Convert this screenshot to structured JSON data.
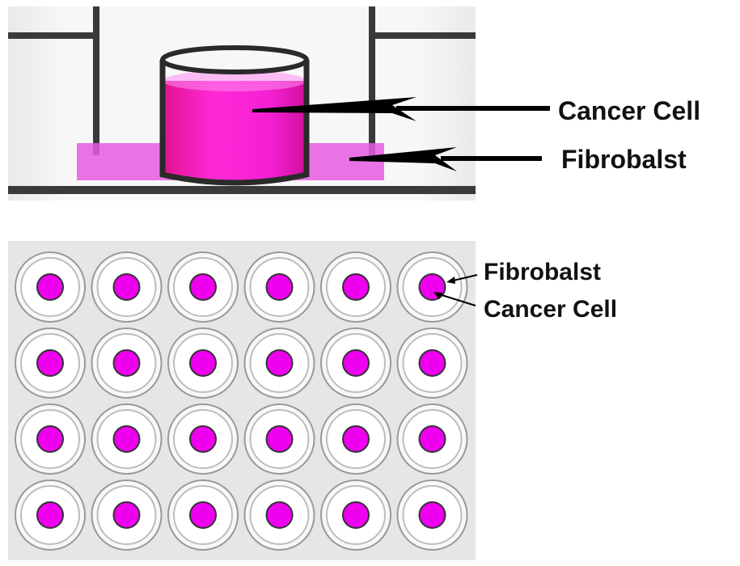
{
  "top_diagram": {
    "labels": {
      "cancer_cell": "Cancer Cell",
      "fibroblast": "Fibrobalst"
    }
  },
  "well_plate": {
    "rows": 4,
    "columns": 6,
    "labels": {
      "fibroblast": "Fibrobalst",
      "cancer_cell": "Cancer Cell"
    }
  },
  "colors": {
    "cancer_cell": "#ff19e0",
    "cancer_cell_dot": "#ee00ee",
    "fibroblast_layer": "#e65ce0",
    "plate_background": "#e6e6e6",
    "well_ring": "#999999",
    "frame_line": "#3a3a3a",
    "arrow": "#000000"
  }
}
